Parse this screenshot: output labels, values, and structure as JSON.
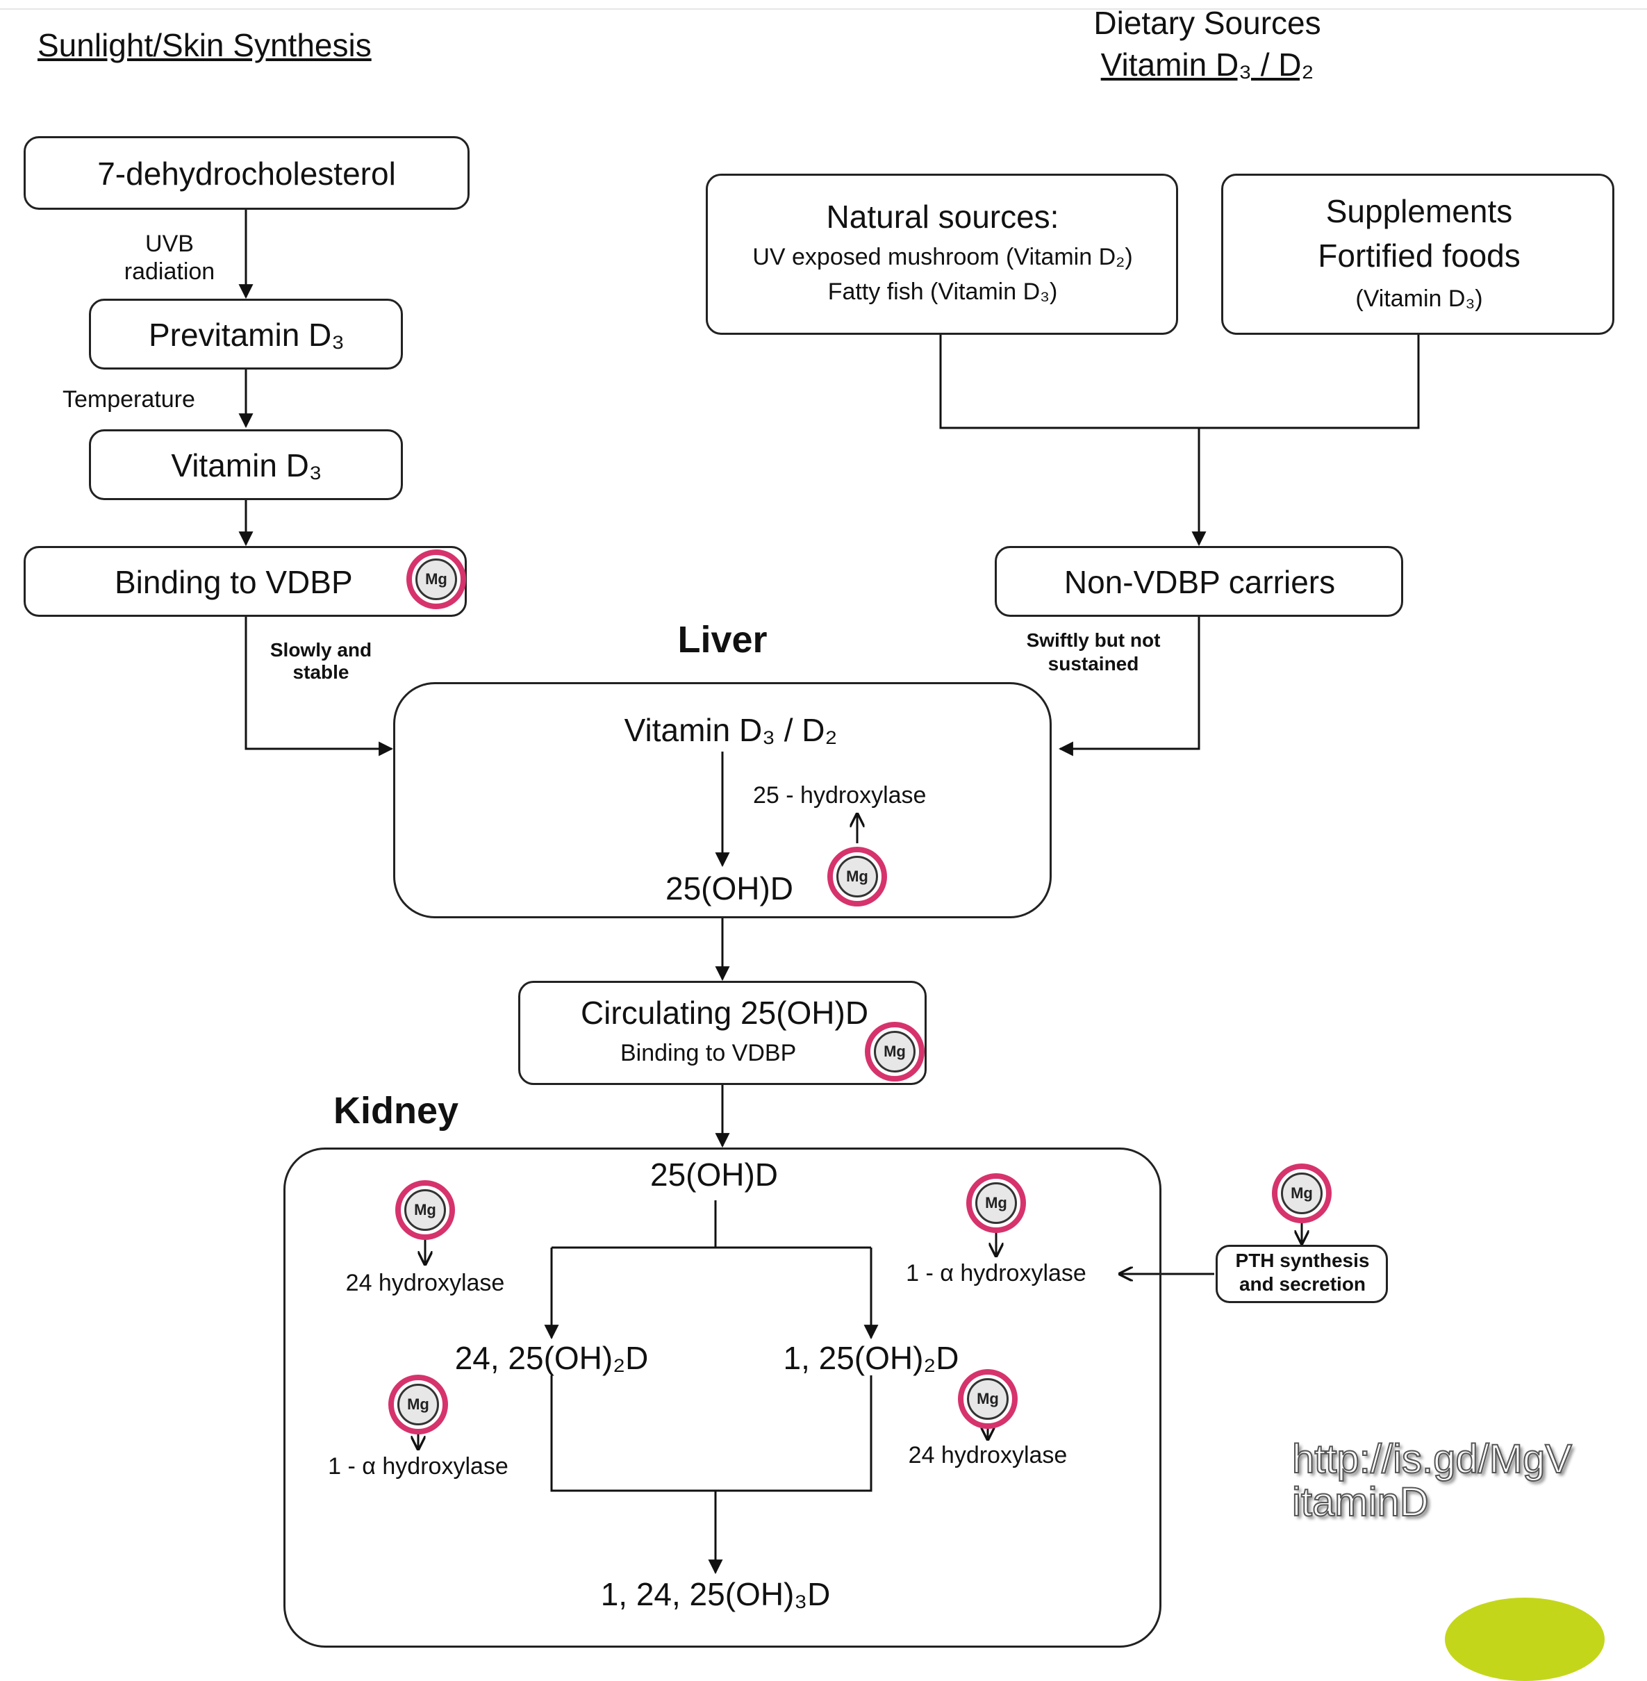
{
  "headers": {
    "sunlight": "Sunlight/Skin Synthesis",
    "dietary_line1": "Dietary Sources",
    "dietary_line2": "Vitamin D₃ / D₂"
  },
  "skin_path": {
    "dehydro": "7-dehydrocholesterol",
    "uvb_line1": "UVB",
    "uvb_line2": "radiation",
    "previtamin": "Previtamin D₃",
    "temperature": "Temperature",
    "vitamin_d3": "Vitamin D₃",
    "binding": "Binding to VDBP",
    "slow_line1": "Slowly and",
    "slow_line2": "stable"
  },
  "dietary_path": {
    "natural_title": "Natural sources:",
    "natural_line1": "UV  exposed mushroom (Vitamin D₂)",
    "natural_line2": "Fatty fish (Vitamin D₃)",
    "supp_line1": "Supplements",
    "supp_line2": "Fortified foods",
    "supp_line3": "(Vitamin D₃)",
    "non_vdbp": "Non-VDBP carriers",
    "swift_line1": "Swiftly but not",
    "swift_line2": "sustained"
  },
  "liver": {
    "title": "Liver",
    "vitamin": "Vitamin D₃ / D₂",
    "enzyme": "25 - hydroxylase",
    "product": "25(OH)D"
  },
  "circulating": {
    "title": "Circulating 25(OH)D",
    "binding": "Binding to VDBP"
  },
  "kidney": {
    "title": "Kidney",
    "input": "25(OH)D",
    "left_enzyme": "24 hydroxylase",
    "right_enzyme": "1 - α  hydroxylase",
    "left_product": "24, 25(OH)₂D",
    "right_product": "1, 25(OH)₂D",
    "left_lower_enzyme": "1 - α  hydroxylase",
    "right_lower_enzyme": "24 hydroxylase",
    "final_product": "1, 24, 25(OH)₃D"
  },
  "pth": {
    "line1": "PTH synthesis",
    "line2": "and secretion"
  },
  "magnesium_label": "Mg",
  "url_text": "http://is.gd/MgV\nitaminD",
  "colors": {
    "mg_ring": "#d6336c",
    "accent_blob": "#c4d61a"
  }
}
